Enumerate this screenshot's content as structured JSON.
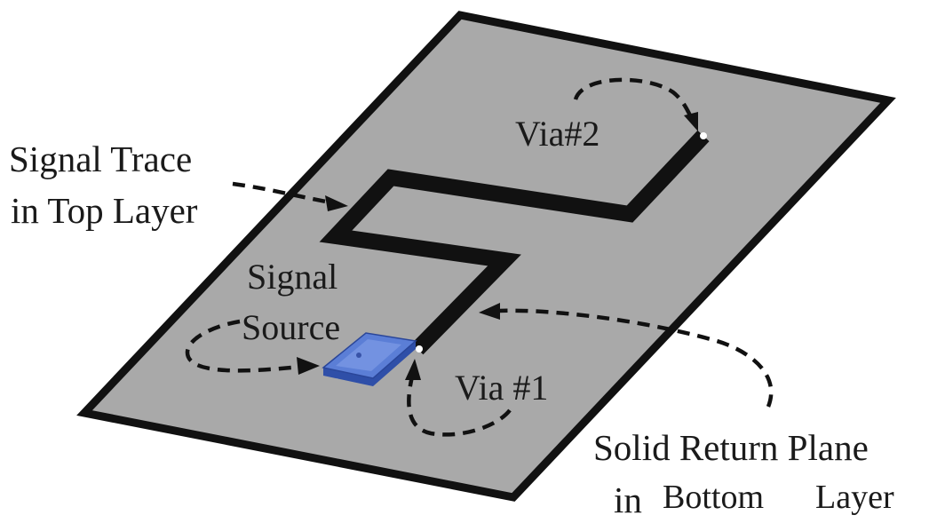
{
  "labels": {
    "signal_trace_line1": "Signal Trace",
    "signal_trace_line2": "in Top Layer",
    "via2": "Via#2",
    "signal_source_line1": "Signal",
    "signal_source_line2": "Source",
    "via1": "Via #1",
    "return_plane_line1": "Solid Return Plane",
    "return_plane_line2_a": "in",
    "return_plane_line2_b": "Bottom",
    "return_plane_line2_c": "Layer"
  },
  "colors": {
    "board_fill": "#a9a9a9",
    "board_outline": "#111111",
    "trace": "#111111",
    "chip_body": "#3f63c4",
    "chip_top": "#6f8fe0",
    "chip_pins": "#c9c9c9",
    "arrows": "#111111"
  },
  "icons": {
    "chip": "ic-chip-icon"
  }
}
